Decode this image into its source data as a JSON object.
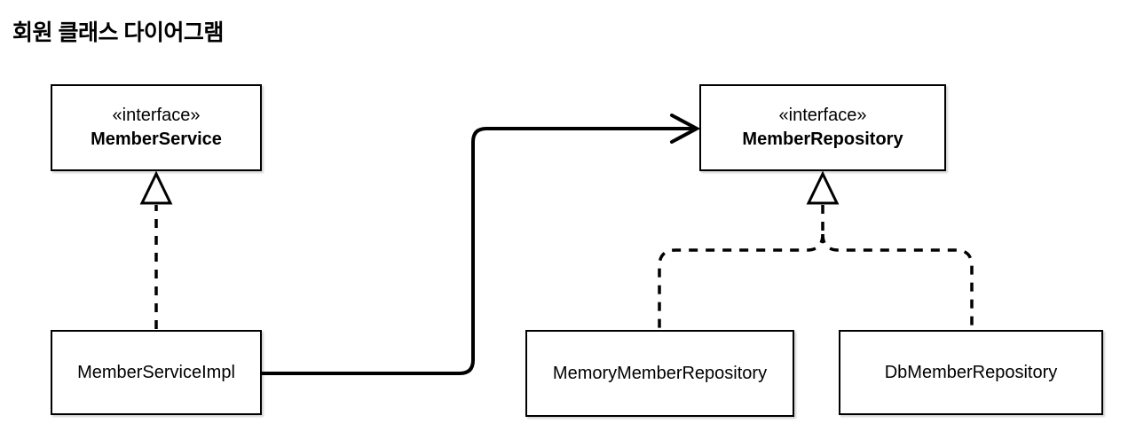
{
  "title": "회원 클래스 다이어그램",
  "diagram": {
    "nodes": [
      {
        "stereotype": "«interface»",
        "name": "MemberService"
      },
      {
        "stereotype": "«interface»",
        "name": "MemberRepository"
      },
      {
        "stereotype": "",
        "name": "MemberServiceImpl"
      },
      {
        "stereotype": "",
        "name": "MemoryMemberRepository"
      },
      {
        "stereotype": "",
        "name": "DbMemberRepository"
      }
    ],
    "relationships": [
      {
        "from": "MemberServiceImpl",
        "to": "MemberService",
        "type": "realization",
        "line": "dashed",
        "head": "hollow-triangle"
      },
      {
        "from": "MemberServiceImpl",
        "to": "MemberRepository",
        "type": "dependency",
        "line": "solid",
        "head": "open-arrow"
      },
      {
        "from": "MemoryMemberRepository",
        "to": "MemberRepository",
        "type": "realization",
        "line": "dashed",
        "head": "hollow-triangle"
      },
      {
        "from": "DbMemberRepository",
        "to": "MemberRepository",
        "type": "realization",
        "line": "dashed",
        "head": "hollow-triangle"
      }
    ],
    "colors": {
      "stroke": "#000000",
      "box_fill": "#ffffff",
      "text": "#000000",
      "background": "#ffffff"
    }
  }
}
